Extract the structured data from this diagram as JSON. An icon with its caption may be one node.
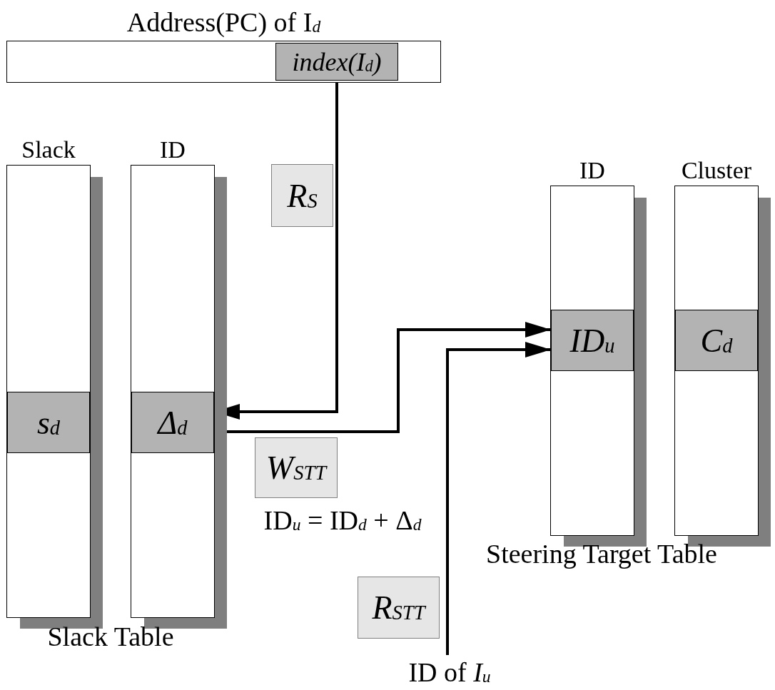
{
  "diagram": {
    "nodes": [
      {
        "text": [
          "Address(PC) of I$_{d}$"
        ]
      },
      {
        "text": [
          "index(I$_{d}$)"
        ],
        "in": 0
      },
      {
        "text": [
          "Slack"
        ]
      },
      {
        "text": [
          "s$_{d}$"
        ],
        "in": 2
      },
      {
        "text": [
          "ID"
        ]
      },
      {
        "text": [
          "Δ$_{d}$"
        ],
        "in": 4
      },
      {
        "text": [
          "ID"
        ]
      },
      {
        "text": [
          "ID$_{u}$"
        ],
        "in": 6
      },
      {
        "text": [
          "Cluster"
        ]
      },
      {
        "text": [
          "C$_{d}$"
        ],
        "in": 8
      },
      {
        "text": [
          "R$_{S}$"
        ]
      },
      {
        "text": [
          "W$_{STT}$"
        ]
      },
      {
        "text": [
          "R$_{STT}$"
        ]
      },
      {
        "text": [
          "ID of *I*$_{u}$"
        ]
      }
    ],
    "edges": [
      {
        "from": 1,
        "to": 5,
        "arrow": "to"
      },
      {
        "from": 5,
        "to": 7,
        "arrow": "to"
      },
      {
        "from": 13,
        "to": 7,
        "arrow": "to"
      }
    ],
    "labels": [
      "ID$_{u}$ = ID$_{d}$ + Δ$_{d}$",
      "Slack Table",
      "Steering Target Table"
    ]
  }
}
